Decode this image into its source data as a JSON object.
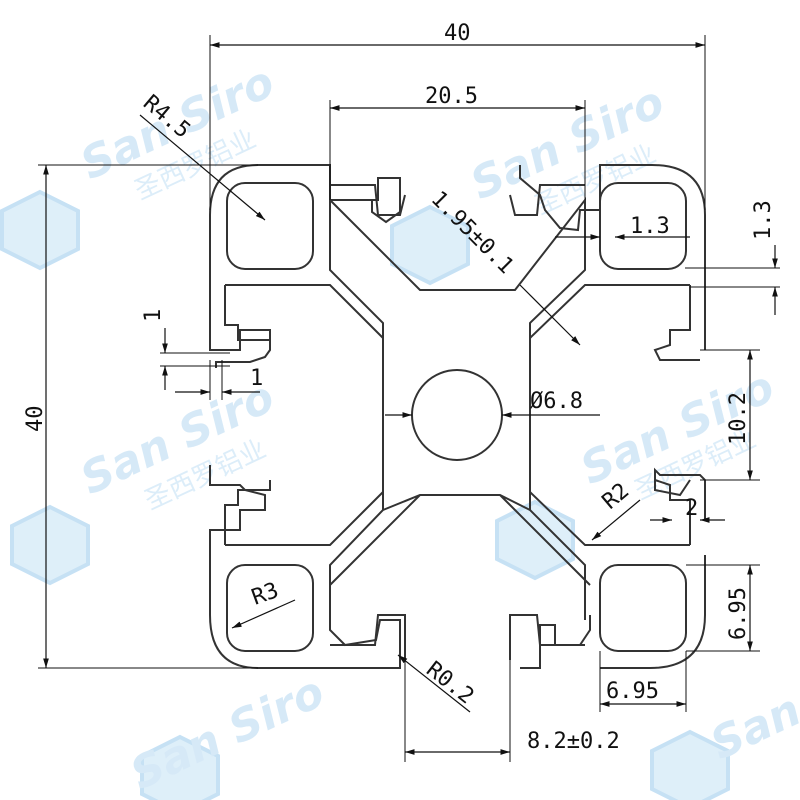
{
  "watermark": {
    "brand": "San Siro",
    "chinese": "圣西罗铝业",
    "color": "#cfe6f6"
  },
  "dimensions": {
    "overall_width": "40",
    "overall_height": "40",
    "slot_span": "20.5",
    "corner_radius_outer": "R4.5",
    "wall_diagonal": "1.95±0.1",
    "wall_top": "1.3",
    "wall_right": "1.3",
    "lip_height": "1",
    "lip_depth": "1",
    "center_hole": "Ø6.8",
    "slot_depth": "10.2",
    "inner_radius": "R2",
    "lip_right": "2",
    "corner_cavity_radius": "R3",
    "corner_cavity_height": "6.95",
    "corner_cavity_width": "6.95",
    "slot_radius": "R0.2",
    "slot_opening": "8.2±0.2"
  }
}
